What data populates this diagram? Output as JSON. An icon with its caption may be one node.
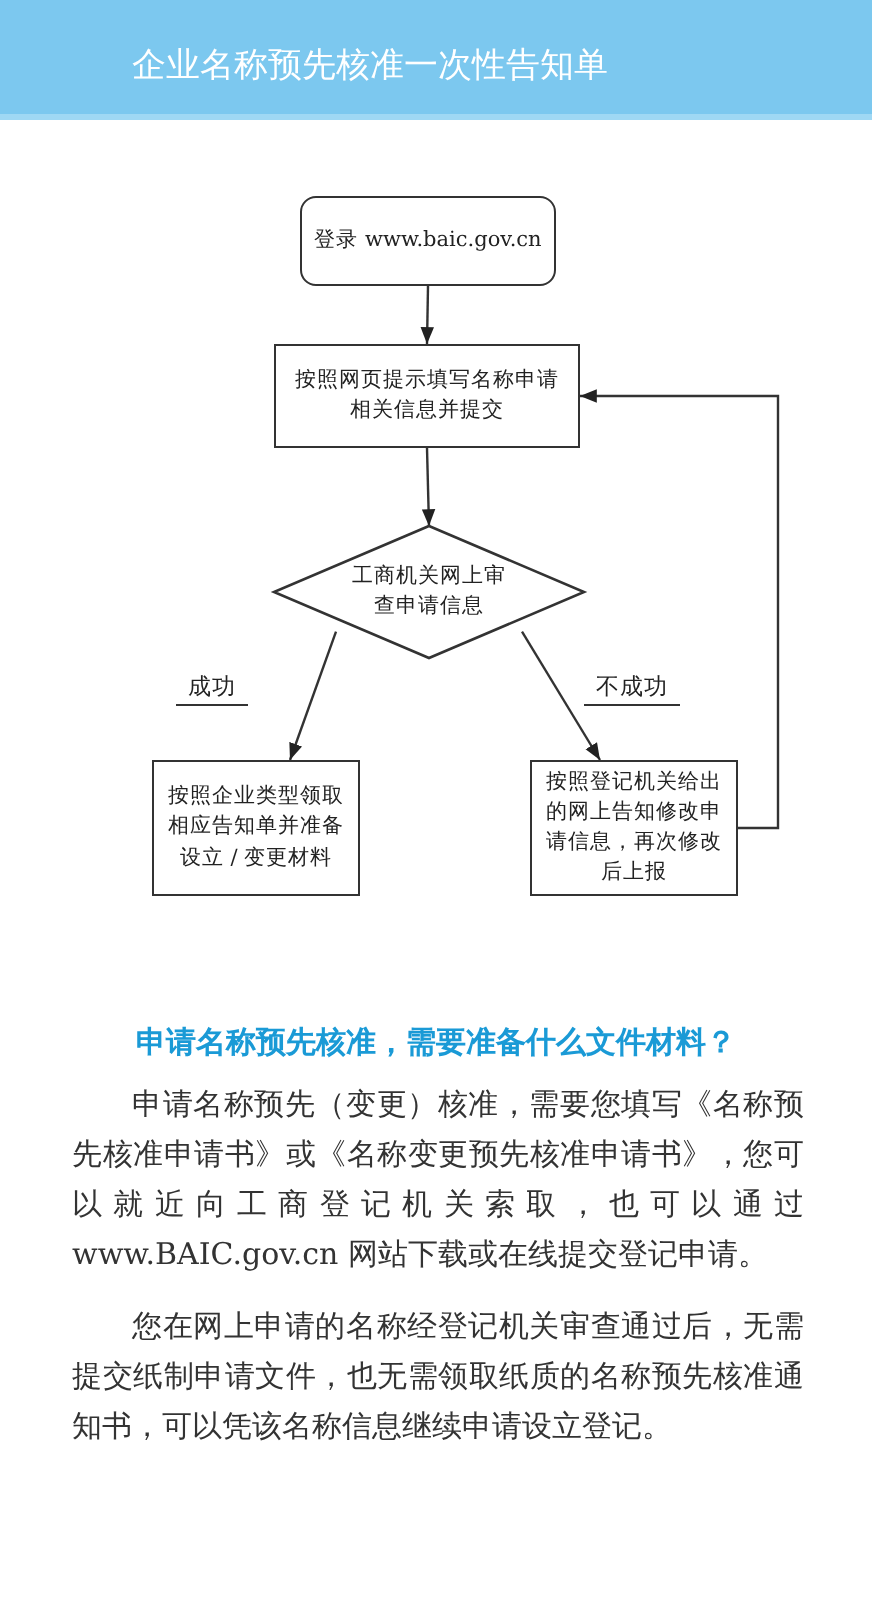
{
  "diagram": {
    "title": "企业名称预先核准一次性告知单",
    "nodes": [
      {
        "text": [
          "登录 www.baic.gov.cn"
        ]
      },
      {
        "text": [
          "按照网页提示填写名称申请相关信息并提交"
        ]
      },
      {
        "text": [
          "工商机关网上审查申请信息"
        ]
      },
      {
        "text": [
          "按照企业类型领取相应告知单并准备设立 / 变更材料"
        ]
      },
      {
        "text": [
          "按照登记机关给出的网上告知修改申请信息，再次修改后上报"
        ]
      }
    ],
    "edges": [
      {
        "from": 0,
        "to": 1,
        "arrow": "to"
      },
      {
        "from": 1,
        "to": 2,
        "arrow": "to"
      },
      {
        "from": 2,
        "to": 3,
        "arrow": "to",
        "label": "成功"
      },
      {
        "from": 2,
        "to": 4,
        "arrow": "to",
        "label": "不成功"
      },
      {
        "from": 4,
        "to": 1,
        "arrow": "to"
      }
    ],
    "labels": [
      "申请名称预先核准，需要准备什么文件材料？",
      "申请名称预先（变更）核准，需要您填写《名称预先核准申请书》或《名称变更预先核准申请书》，您可以就近向工商登记机关索取，也可以通过 www.BAIC.gov.cn 网站下载或在线提交登记申请。",
      "您在网上申请的名称经登记机关审查通过后，无需提交纸制申请文件，也无需领取纸质的名称预先核准通知书，可以凭该名称信息继续申请设立登记。"
    ]
  }
}
